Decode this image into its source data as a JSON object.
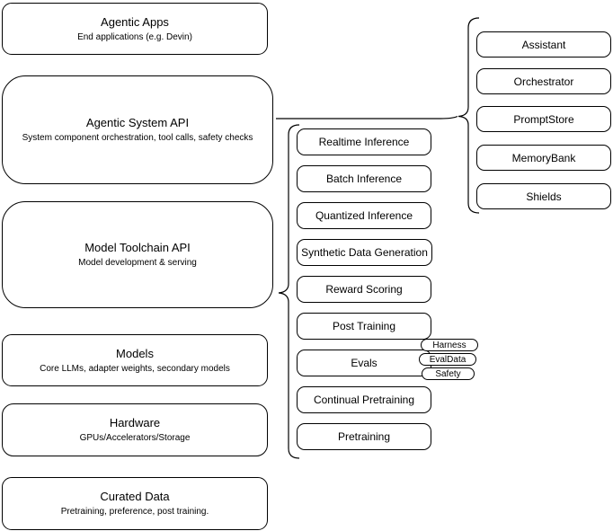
{
  "colors": {
    "background": "#ffffff",
    "stroke": "#000000",
    "text": "#000000"
  },
  "stack": {
    "boxes": [
      {
        "title": "Agentic Apps",
        "subtitle": "End applications (e.g. Devin)"
      },
      {
        "title": "Agentic System API",
        "subtitle": "System component orchestration, tool calls, safety checks"
      },
      {
        "title": "Model Toolchain API",
        "subtitle": "Model development & serving"
      },
      {
        "title": "Models",
        "subtitle": "Core LLMs, adapter weights, secondary models"
      },
      {
        "title": "Hardware",
        "subtitle": "GPUs/Accelerators/Storage"
      },
      {
        "title": "Curated Data",
        "subtitle": "Pretraining, preference, post training."
      }
    ]
  },
  "toolchain": {
    "items": [
      "Realtime Inference",
      "Batch Inference",
      "Quantized Inference",
      "Synthetic Data Generation",
      "Reward Scoring",
      "Post Training",
      "Evals",
      "Continual Pretraining",
      "Pretraining"
    ],
    "eval_tags": [
      "Harness",
      "EvalData",
      "Safety"
    ]
  },
  "system_components": {
    "items": [
      "Assistant",
      "Orchestrator",
      "PromptStore",
      "MemoryBank",
      "Shields"
    ]
  }
}
